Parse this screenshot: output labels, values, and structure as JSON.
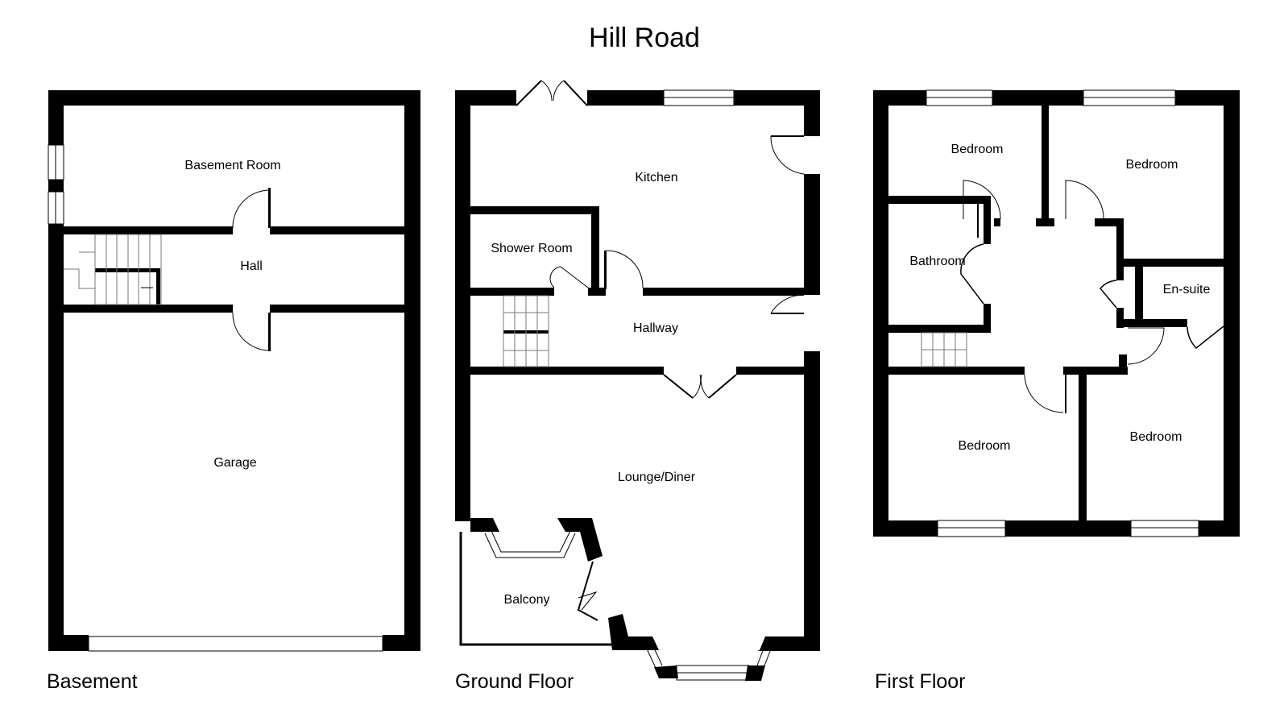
{
  "title": "Hill Road",
  "floors": [
    {
      "name": "Basement",
      "rooms": [
        "Basement Room",
        "Hall",
        "Garage"
      ]
    },
    {
      "name": "Ground Floor",
      "rooms": [
        "Kitchen",
        "Shower Room",
        "Hallway",
        "Lounge/Diner",
        "Balcony"
      ]
    },
    {
      "name": "First Floor",
      "rooms": [
        "Bedroom",
        "Bedroom",
        "Bathroom",
        "En-suite",
        "Bedroom",
        "Bedroom"
      ]
    }
  ],
  "colors": {
    "wall": "#000000",
    "background": "#ffffff",
    "fixture_line": "#555555"
  }
}
